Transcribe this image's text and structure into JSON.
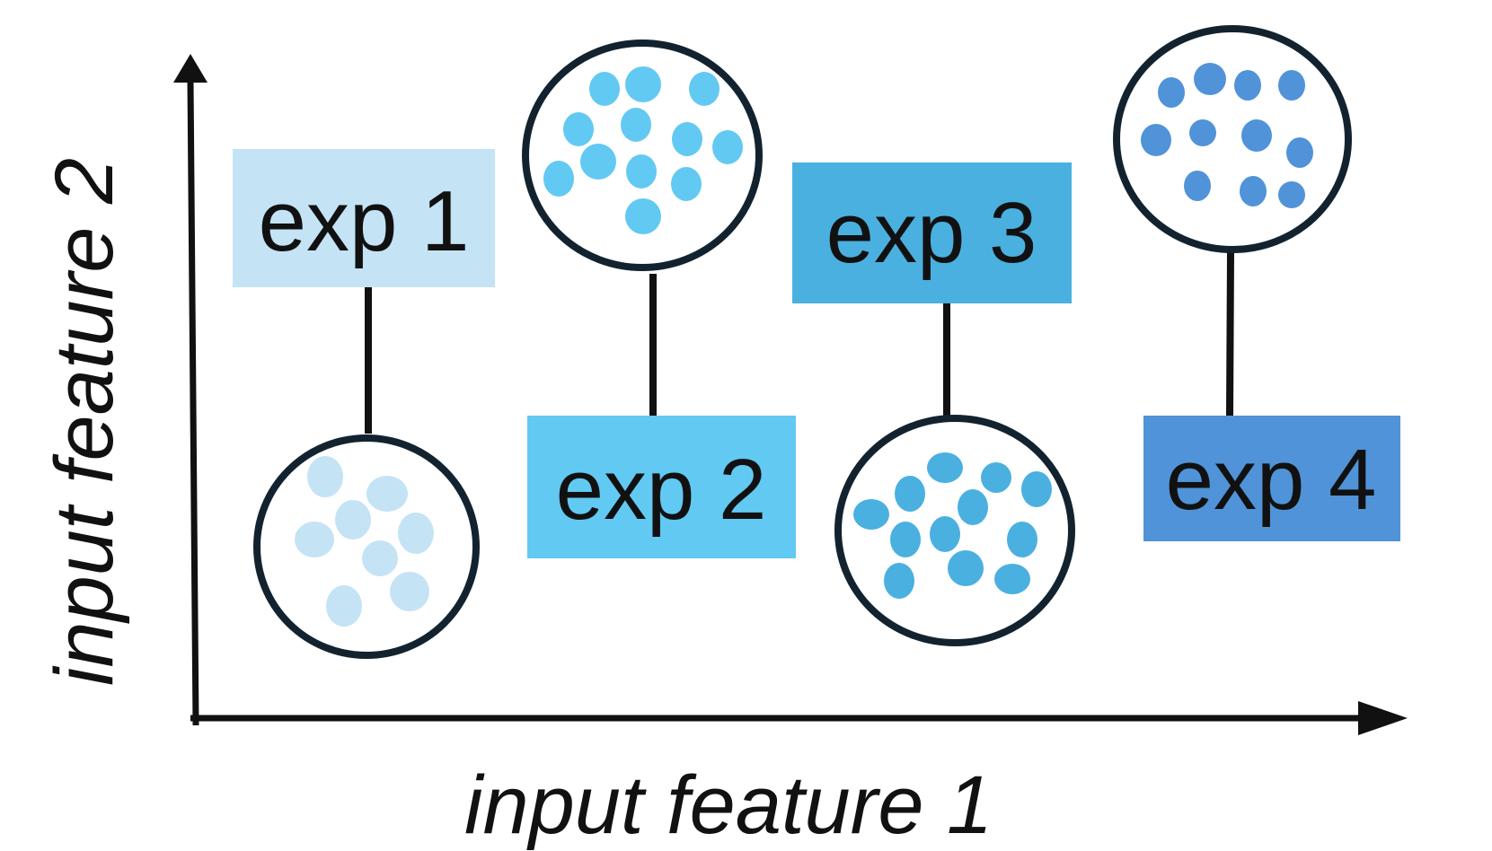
{
  "axes": {
    "x_title": "input feature 1",
    "y_title": "input feature 2"
  },
  "experiments": [
    {
      "label": "exp 1",
      "color": "#c4e3f5"
    },
    {
      "label": "exp 2",
      "color": "#62c9f2"
    },
    {
      "label": "exp 3",
      "color": "#4ab0e0"
    },
    {
      "label": "exp 4",
      "color": "#5093d8"
    }
  ],
  "colors": {
    "axis": "#111111",
    "circle_stroke": "#12232f",
    "connector": "#111111"
  }
}
